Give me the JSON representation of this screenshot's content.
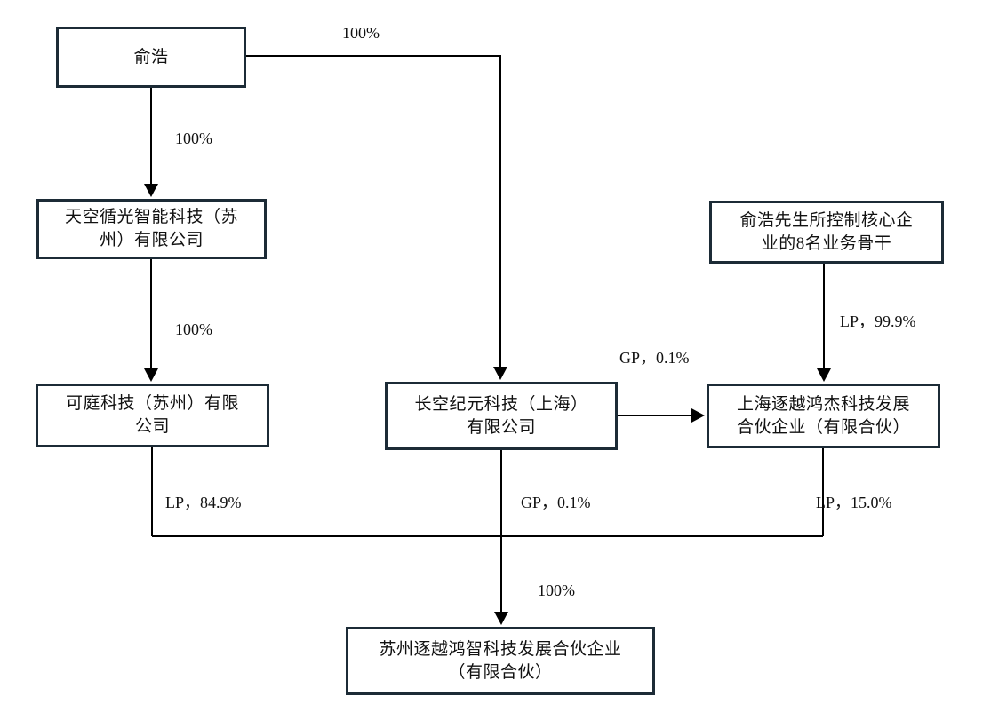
{
  "nodes": {
    "yuhao": {
      "lines": [
        "俞浩"
      ]
    },
    "tiankong": {
      "lines": [
        "天空循光智能科技（苏",
        "州）有限公司"
      ]
    },
    "keting": {
      "lines": [
        "可庭科技（苏州）有限",
        "公司"
      ]
    },
    "changkong": {
      "lines": [
        "长空纪元科技（上海）",
        "有限公司"
      ]
    },
    "core8": {
      "lines": [
        "俞浩先生所控制核心企",
        "业的8名业务骨干"
      ]
    },
    "shanghai": {
      "lines": [
        "上海逐越鸿杰科技发展",
        "合伙企业（有限合伙）"
      ]
    },
    "suzhou": {
      "lines": [
        "苏州逐越鸿智科技发展合伙企业",
        "（有限合伙）"
      ]
    }
  },
  "edge_labels": {
    "yuhao_to_tiankong": "100%",
    "yuhao_to_changkong": "100%",
    "tiankong_to_keting": "100%",
    "core8_to_shanghai": "LP，99.9%",
    "changkong_to_shanghai": "GP，0.1%",
    "keting_to_suzhou": "LP，84.9%",
    "changkong_to_suzhou": "GP，0.1%",
    "shanghai_to_suzhou": "LP，15.0%",
    "combined_to_suzhou": "100%"
  },
  "colors": {
    "box_border": "#1c2b36",
    "connector": "#000000",
    "background": "#ffffff",
    "text": "#111111"
  }
}
